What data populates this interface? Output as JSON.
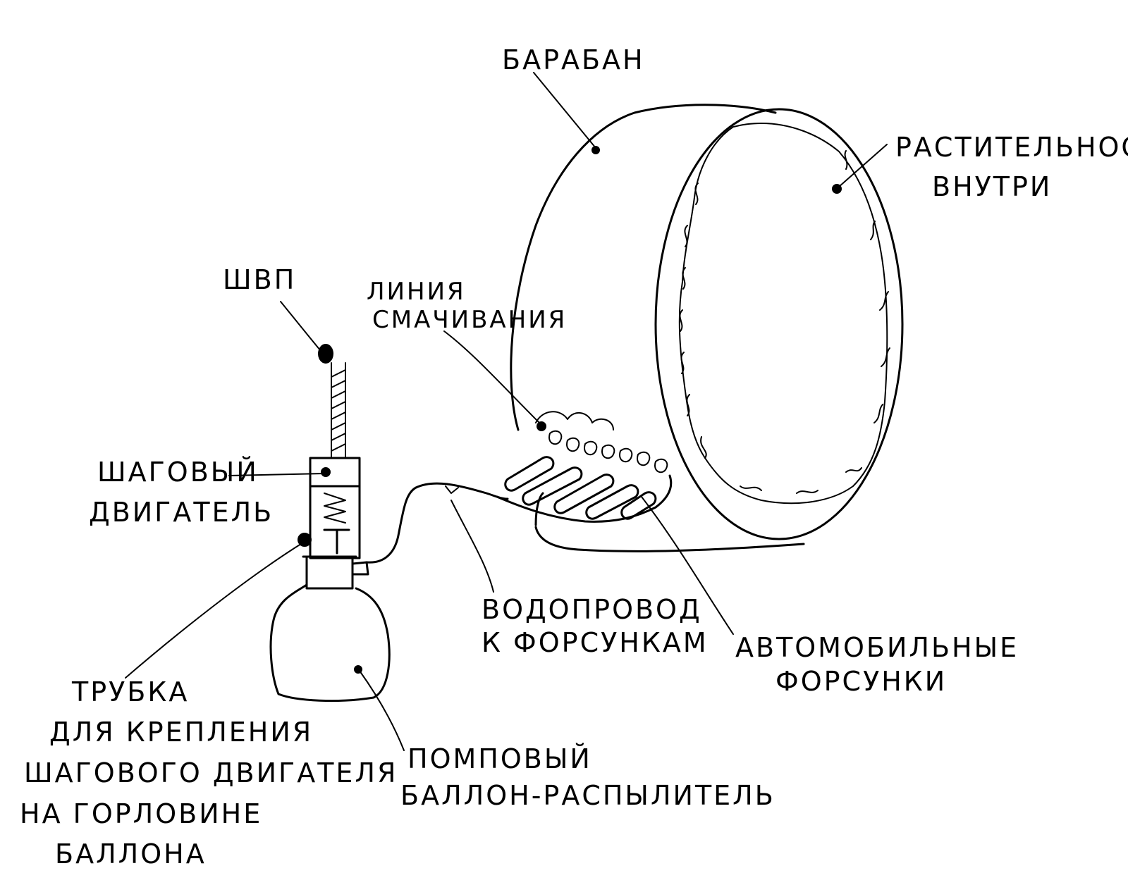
{
  "labels": {
    "drum": "БАРАБАН",
    "vegetation_line1": "РАСТИТЕЛЬНОСТЬ",
    "vegetation_line2": "ВНУТРИ",
    "hvp": "ШВП",
    "wetting_line1": "ЛИНИЯ",
    "wetting_line2": "СМАЧИВАНИЯ",
    "stepper_line1": "ШАГОВЫЙ",
    "stepper_line2": "ДВИГАТЕЛЬ",
    "water_line1": "ВОДОПРОВОД",
    "water_line2": "К ФОРСУНКАМ",
    "injectors_line1": "АВТОМОБИЛЬНЫЕ",
    "injectors_line2": "ФОРСУНКИ",
    "tube_line1": "ТРУБКА",
    "tube_line2": "ДЛЯ КРЕПЛЕНИЯ",
    "tube_line3": "ШАГОВОГО ДВИГАТЕЛЯ",
    "tube_line4": "НА ГОРЛОВИНЕ",
    "tube_line5": "БАЛЛОНА",
    "pump_line1": "ПОМПОВЫЙ",
    "pump_line2": "БАЛЛОН-РАСПЫЛИТЕЛЬ"
  }
}
